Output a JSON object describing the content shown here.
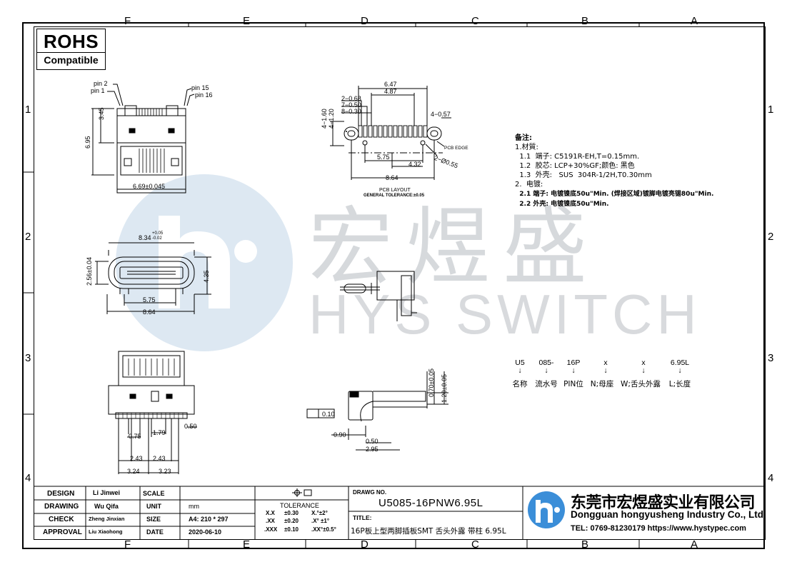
{
  "zones": {
    "top": [
      "F",
      "E",
      "D",
      "C",
      "B",
      "A"
    ],
    "side": [
      "1",
      "2",
      "3",
      "4"
    ]
  },
  "rohs": {
    "title": "ROHS",
    "sub": "Compatible"
  },
  "watermark": {
    "cn": "宏煜盛",
    "en": "HYS SWITCH"
  },
  "pins": {
    "pin2": "pin 2",
    "pin1": "pin 1",
    "pin15": "pin 15",
    "pin16": "pin 16"
  },
  "dims": {
    "d345": "3.45",
    "d695": "6.95",
    "d669": "6.69±0.045",
    "d834": "8.34",
    "d834_tol_top": "+0.05",
    "d834_tol_bot": "-0.02",
    "d256": "2.56±0.04",
    "d435": "4.35",
    "d575a": "5.75",
    "d864a": "8.64",
    "p647": "6.47",
    "p487": "4.87",
    "p2068": "2−0.68",
    "p7050": "7−0.50",
    "p8030": "8−0.30",
    "p4160": "4−1.60",
    "p4120": "4−1.20",
    "p4057": "4−0.57",
    "pcb_edge": "PCB EDGE",
    "p2055": "2−Ø0.55",
    "p575": "5.75",
    "p432": "4.32",
    "p864": "8.64",
    "pcb_layout": "PCB LAYOUT",
    "gen_tol": "GENERAL TOLERANCE:±0.05",
    "s070": "0.70±0.05",
    "s120": "1.20±0.05",
    "s010": "0.10",
    "s090": "0.90",
    "s050": "0.50",
    "s295": "2.95",
    "r075": "0.75",
    "r179": "1.79",
    "r050": "0.50",
    "r243a": "2.43",
    "r243b": "2.43",
    "r324": "3.24",
    "r323": "3.23"
  },
  "notes": [
    "备注:",
    "1.材質:",
    "  1.1  端子: C5191R-EH,T=0.15mm.",
    "  1.2  胶芯: LCP+30%GF;颜色: 黑色",
    "  1.3  外壳:   SUS  304R-1/2H,T0.30mm",
    "2.  电镀:",
    "  2.1 端子: 电镀镍底50u\"Min. (焊接区域)镀脚电镀亮锡80u\"Min.",
    "  2.2 外壳: 电镀镍底50u\"Min."
  ],
  "code": {
    "parts": [
      "U5",
      "085-",
      "16P",
      "x",
      "x",
      "6.95L"
    ],
    "labels": [
      "名称",
      "流水号",
      "PIN位",
      "N;母座",
      "W;舌头外露",
      "L;长度"
    ],
    "arrow": "↓"
  },
  "titleblock": {
    "rows": [
      {
        "label": "DESIGN",
        "name": "Li Jinwei",
        "key": "SCALE",
        "val": ""
      },
      {
        "label": "DRAWING",
        "name": "Wu Qifa",
        "key": "UNIT",
        "val": "mm"
      },
      {
        "label": "CHECK",
        "name": "Zheng Jinxian",
        "key": "SIZE",
        "val": "A4: 210 * 297"
      },
      {
        "label": "APPROVAL",
        "name": "Liu Xiaohong",
        "key": "DATE",
        "val": "2020-06-10"
      }
    ],
    "tolerance_title": "TOLERANCE",
    "tol": [
      [
        "X.X",
        "±0.30",
        "X.°±2°"
      ],
      [
        ".XX",
        "±0.20",
        ".X° ±1°"
      ],
      [
        ".XXX",
        "±0.10",
        ".XX°±0.5°"
      ]
    ],
    "drawing_no_label": "DRAWG NO.",
    "drawing_no": "U5085-16PNW6.95L",
    "title_label": "TITLE:",
    "title": "16P板上型两脚插板SMT 舌头外露 带柱 6.95L",
    "company_cn": "东莞市宏煜盛实业有限公司",
    "company_en": "Dongguan hongyusheng Industry Co., Ltd",
    "tel": "TEL: 0769-81230179   https://www.hystypec.com"
  },
  "colors": {
    "logo_blue": "#3b8ed8",
    "watermark": "#d6d9dc"
  }
}
